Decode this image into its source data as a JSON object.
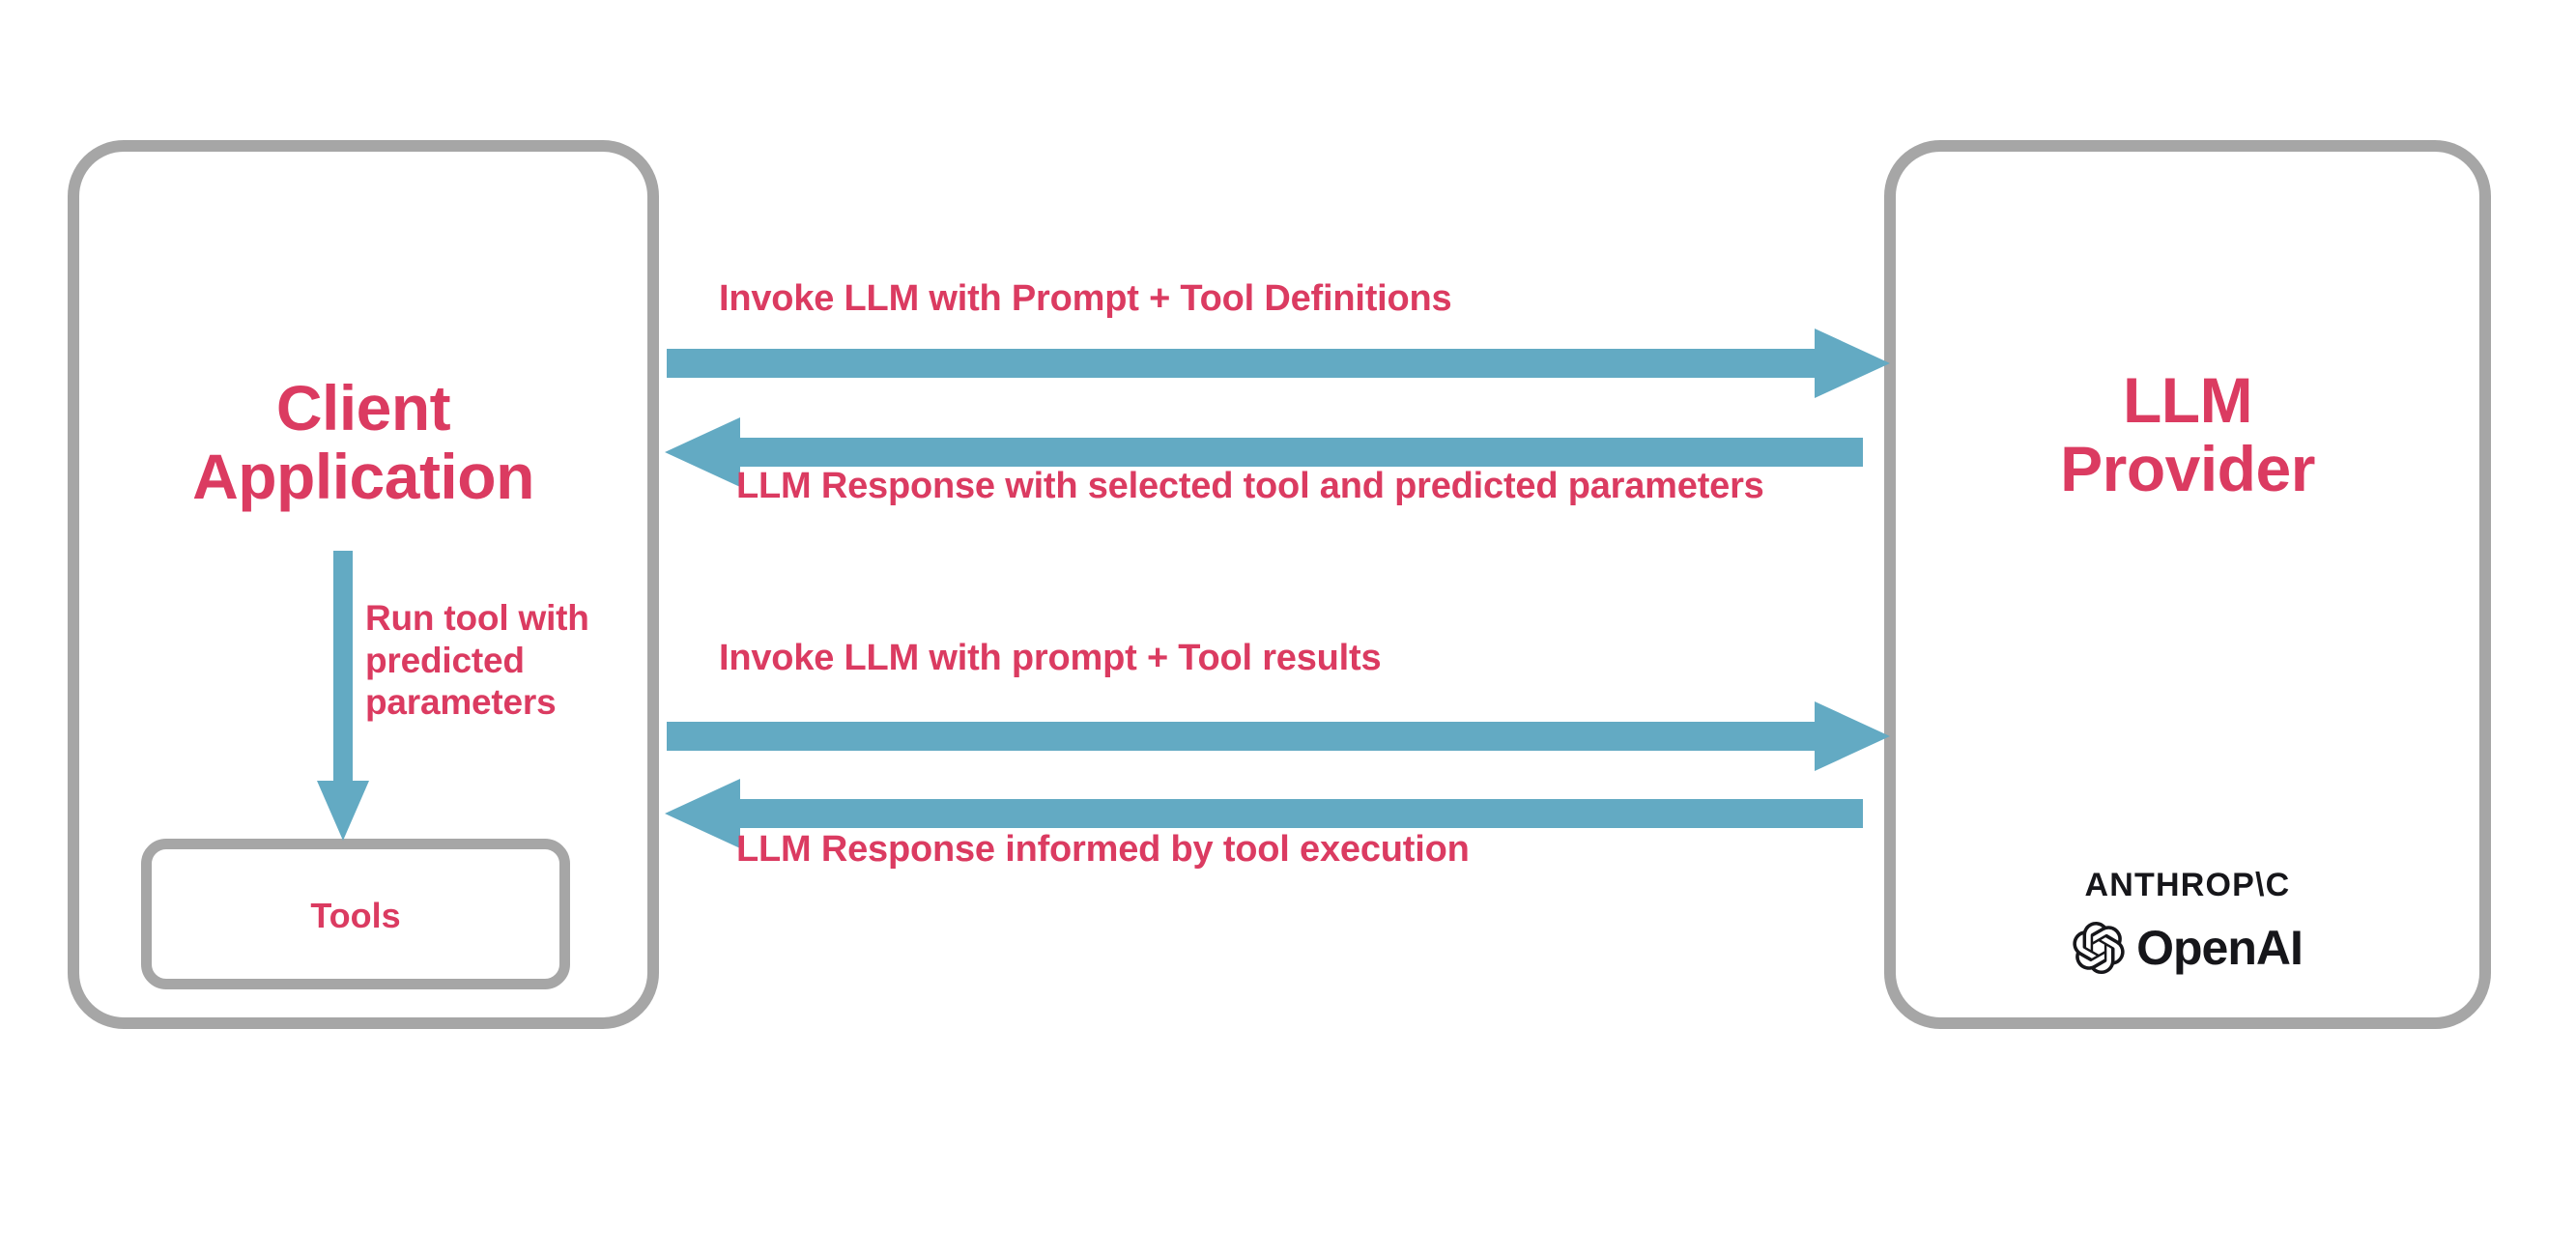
{
  "diagram": {
    "title": "LLM tool-calling interaction flow",
    "background": "#ffffff",
    "colors": {
      "accent_text": "#db3b61",
      "arrow": "#63aac3",
      "box_border": "#a6a6a6",
      "logo_text": "#16161a"
    }
  },
  "nodes": {
    "client": {
      "label": "Client\nApplication",
      "inner": {
        "tools": {
          "label": "Tools"
        }
      }
    },
    "provider": {
      "label": "LLM\nProvider",
      "vendors": [
        {
          "name": "anthropic-logo",
          "label": "ANTHROP\\C"
        },
        {
          "name": "openai-logo",
          "label": "OpenAI"
        }
      ]
    }
  },
  "flows": [
    {
      "id": "invoke-1",
      "label": "Invoke LLM with Prompt + Tool Definitions",
      "direction": "client-to-provider"
    },
    {
      "id": "response-1",
      "label": "LLM Response with selected tool and predicted parameters",
      "direction": "provider-to-client"
    },
    {
      "id": "run-tool",
      "label": "Run tool with\npredicted\nparameters",
      "direction": "client-to-tools"
    },
    {
      "id": "invoke-2",
      "label": "Invoke LLM with prompt + Tool results",
      "direction": "client-to-provider"
    },
    {
      "id": "response-2",
      "label": "LLM Response informed by tool execution",
      "direction": "provider-to-client"
    }
  ]
}
